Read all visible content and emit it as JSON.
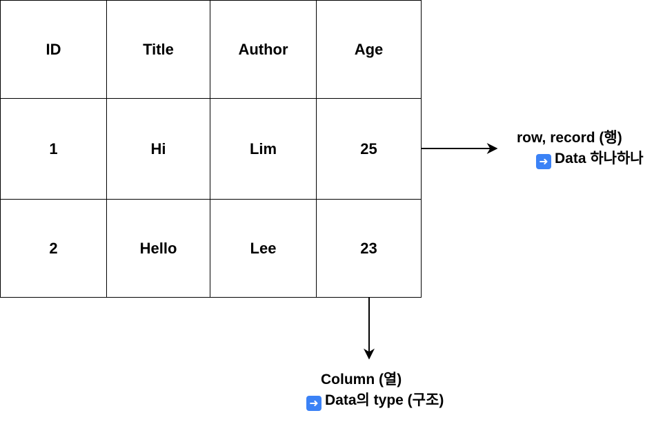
{
  "table": {
    "headers": [
      "ID",
      "Title",
      "Author",
      "Age"
    ],
    "rows": [
      [
        "1",
        "Hi",
        "Lim",
        "25"
      ],
      [
        "2",
        "Hello",
        "Lee",
        "23"
      ]
    ]
  },
  "annotations": {
    "row": {
      "title": "row, record (행)",
      "icon": "right-arrow-emoji-icon",
      "description": "Data 하나하나"
    },
    "column": {
      "title": "Column (열)",
      "icon": "right-arrow-emoji-icon",
      "description": "Data의 type (구조)"
    }
  },
  "colors": {
    "stroke": "#000000",
    "emoji_bg": "#3b82f6"
  }
}
